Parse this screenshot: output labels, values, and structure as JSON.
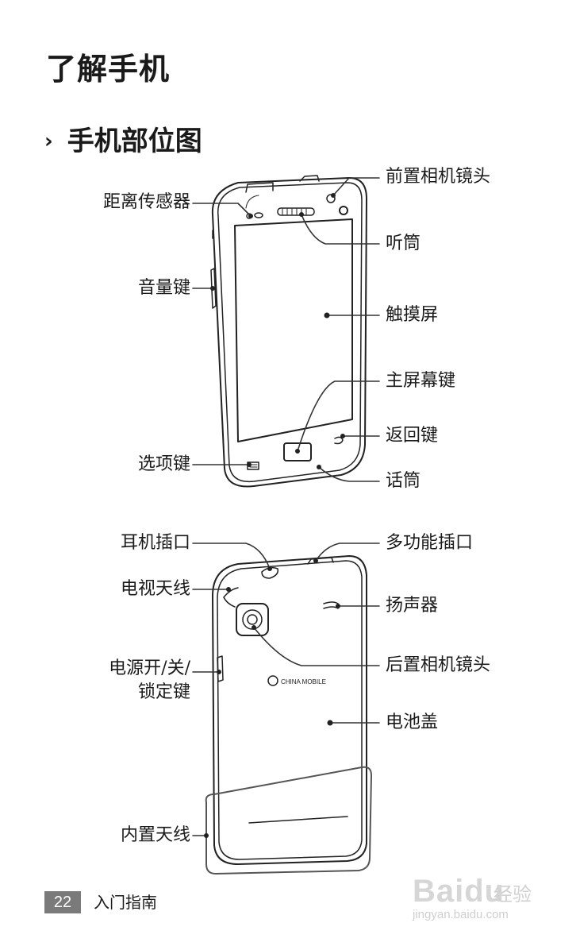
{
  "page": {
    "title": "了解手机",
    "section": "手机部位图",
    "section_marker": "›"
  },
  "front_labels": {
    "proximity_sensor": "距离传感器",
    "volume_key": "音量键",
    "menu_key": "选项键",
    "front_camera": "前置相机镜头",
    "earpiece": "听筒",
    "touchscreen": "触摸屏",
    "home_key": "主屏幕键",
    "back_key": "返回键",
    "microphone": "话筒"
  },
  "back_labels": {
    "headset_jack": "耳机插口",
    "tv_antenna": "电视天线",
    "power_key_line1": "电源开/关/",
    "power_key_line2": "锁定键",
    "internal_antenna": "内置天线",
    "multifunction_jack": "多功能插口",
    "speaker": "扬声器",
    "rear_camera": "后置相机镜头",
    "battery_cover": "电池盖"
  },
  "back_logo": "CHINA MOBILE",
  "footer": {
    "page_number": "22",
    "chapter": "入门指南"
  },
  "watermark": {
    "brand": "Baidu",
    "cn": "经验",
    "url": "jingyan.baidu.com"
  }
}
